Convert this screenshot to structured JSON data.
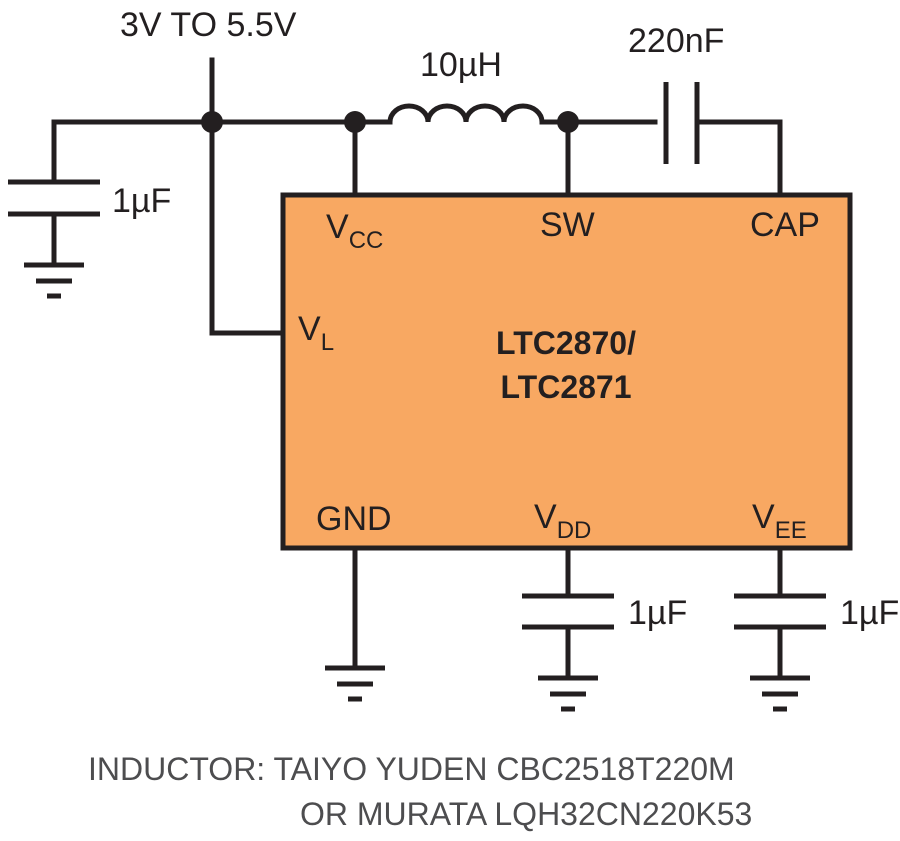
{
  "supply": {
    "label": "3V TO 5.5V"
  },
  "components": {
    "inductor": {
      "label": "10µH"
    },
    "cap_flying": {
      "label": "220nF"
    },
    "cap_input": {
      "label": "1µF"
    },
    "cap_vdd": {
      "label": "1µF"
    },
    "cap_vee": {
      "label": "1µF"
    }
  },
  "chip": {
    "name_line1": "LTC2870/",
    "name_line2": "LTC2871",
    "fill_color": "#f8a862",
    "pins": {
      "vcc": {
        "main": "V",
        "sub": "CC"
      },
      "sw": {
        "main": "SW"
      },
      "cap": {
        "main": "CAP"
      },
      "vl": {
        "main": "V",
        "sub": "L"
      },
      "gnd": {
        "main": "GND"
      },
      "vdd": {
        "main": "V",
        "sub": "DD"
      },
      "vee": {
        "main": "V",
        "sub": "EE"
      }
    }
  },
  "note": {
    "line1": "INDUCTOR:  TAIYO YUDEN CBC2518T220M",
    "line2": "OR MURATA LQH32CN220K53"
  }
}
